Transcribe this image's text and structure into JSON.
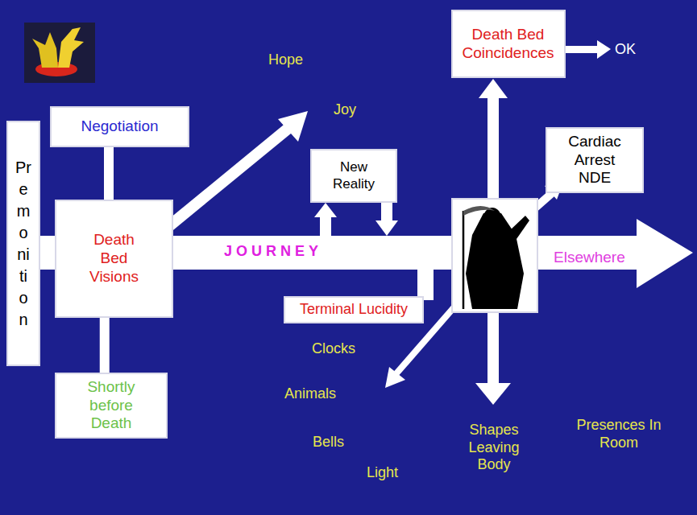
{
  "diagram": {
    "nodes": [
      {
        "text": [
          "Premonition"
        ]
      },
      {
        "text": [
          "Negotiation"
        ]
      },
      {
        "text": [
          "Death Bed Visions"
        ]
      },
      {
        "text": [
          "Shortly before Death"
        ]
      },
      {
        "text": [
          "New Reality"
        ]
      },
      {
        "text": [
          "Death Bed Coincidences"
        ]
      },
      {
        "text": [
          "Cardiac Arrest NDE"
        ]
      },
      {
        "text": [
          "Terminal Lucidity"
        ]
      }
    ],
    "edges": [
      {
        "from": 1,
        "to": 2,
        "arrow": "none"
      },
      {
        "from": 2,
        "to": 3,
        "arrow": "none"
      }
    ],
    "labels": [
      "Hope",
      "Joy",
      "JOURNEY",
      "OK",
      "Elsewhere",
      "Clocks",
      "Animals",
      "Bells",
      "Light",
      "Shapes Leaving Body",
      "Presences In Room"
    ]
  }
}
